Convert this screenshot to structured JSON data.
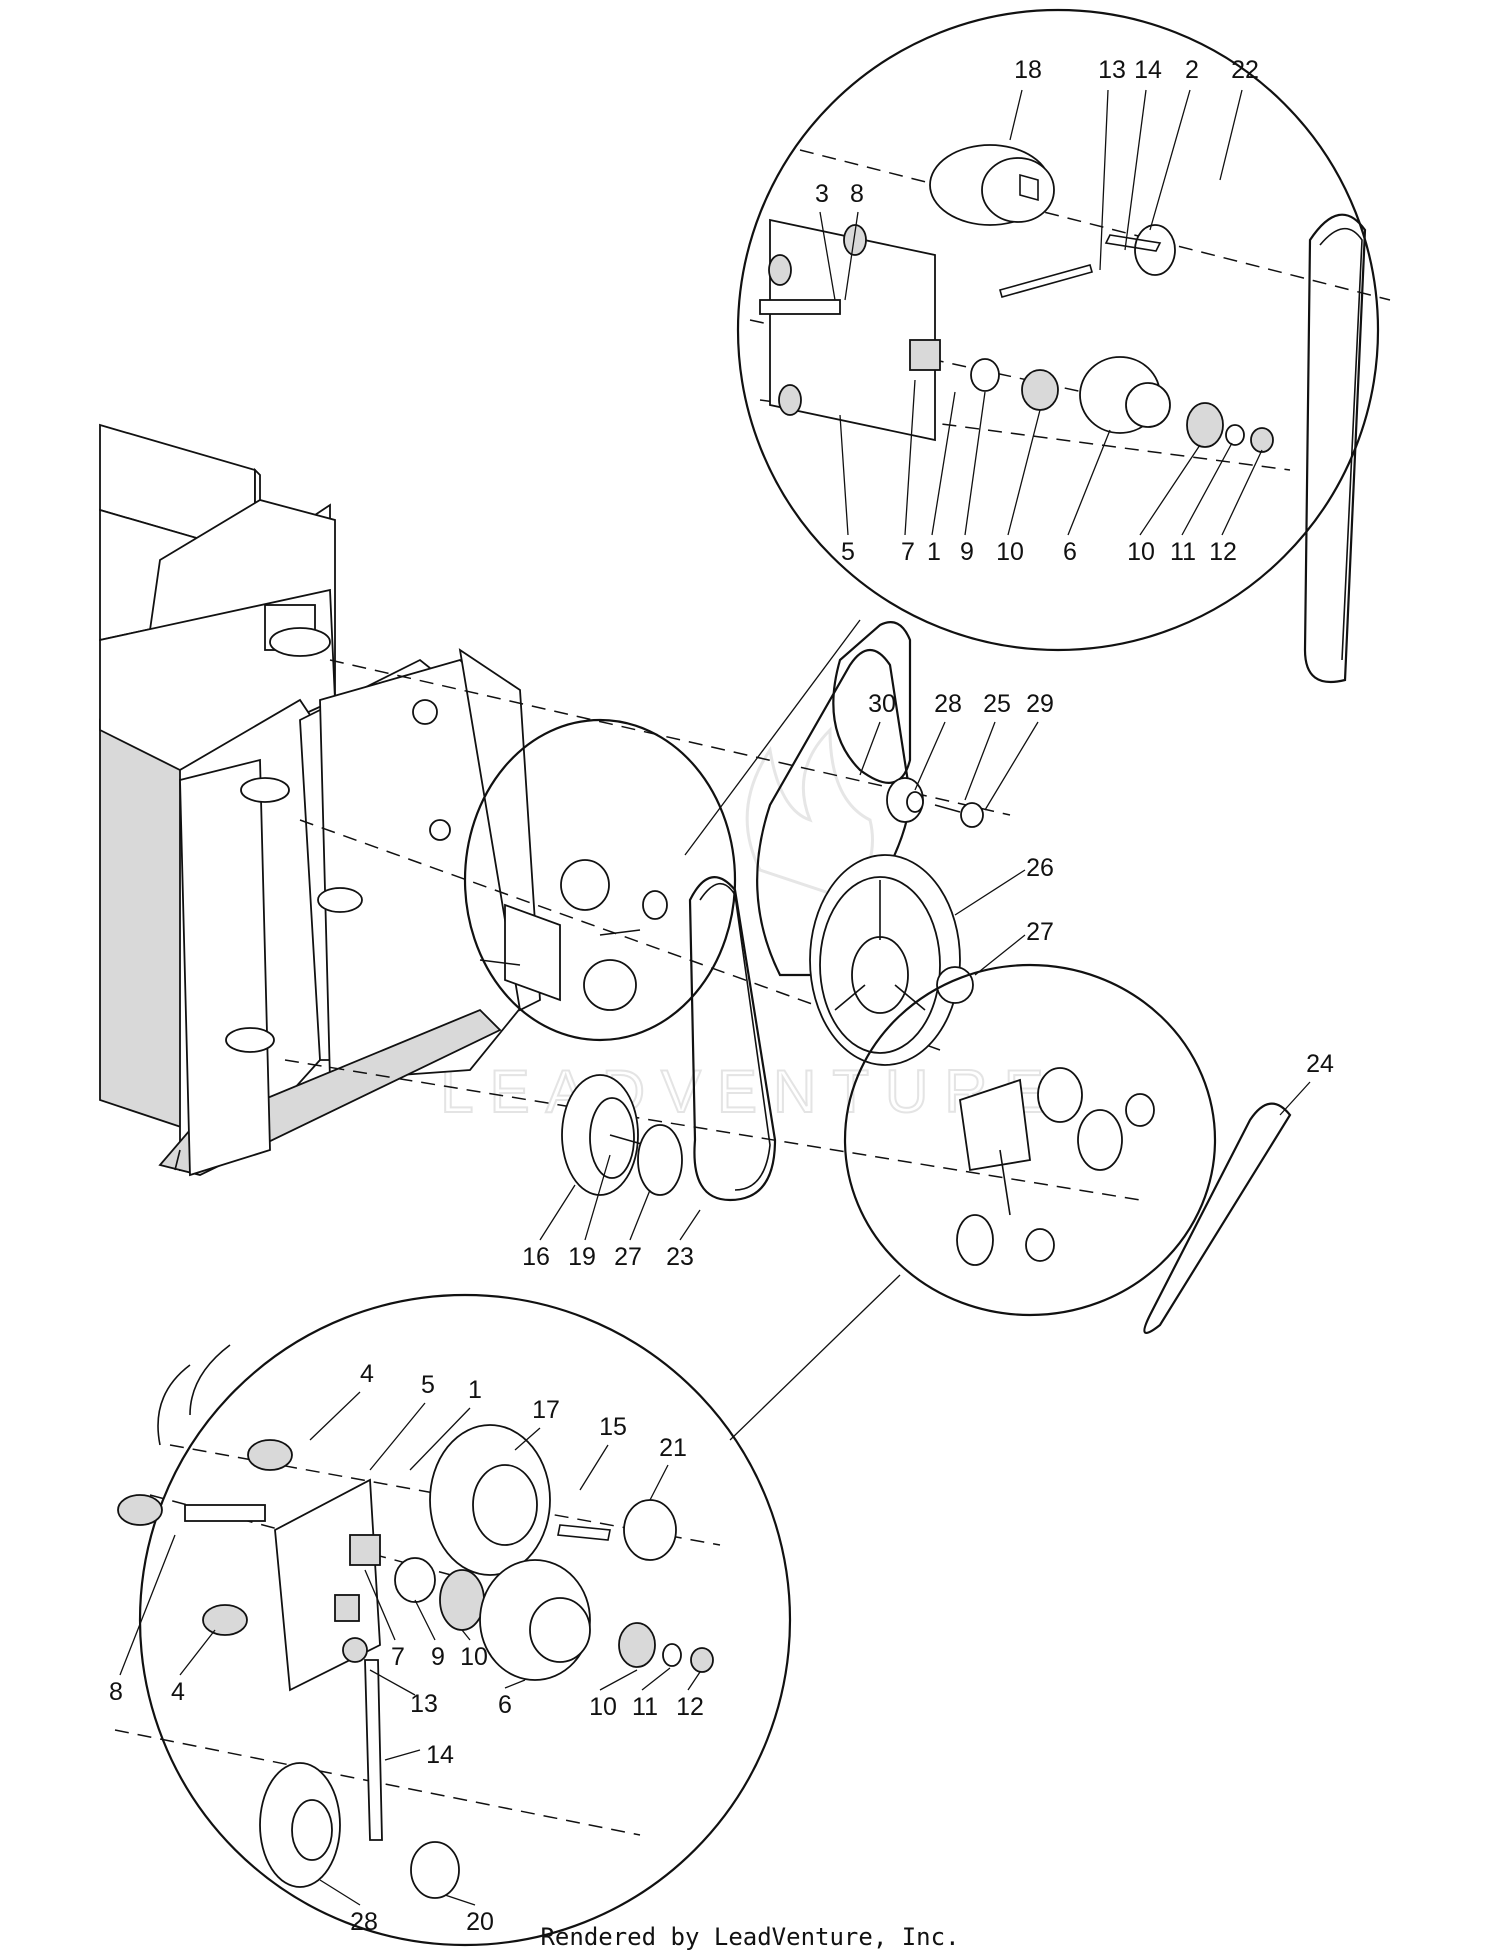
{
  "footer": "Rendered by LeadVenture, Inc.",
  "watermark": "LEADVENTURE",
  "callouts_top": [
    "18",
    "13",
    "14",
    "2",
    "22",
    "3",
    "8",
    "5",
    "7",
    "1",
    "9",
    "10",
    "6",
    "10",
    "11",
    "12"
  ],
  "callouts_main": [
    "30",
    "28",
    "25",
    "29",
    "26",
    "27",
    "24",
    "16",
    "19",
    "27",
    "23"
  ],
  "callouts_bottom": [
    "4",
    "5",
    "1",
    "17",
    "15",
    "21",
    "8",
    "4",
    "7",
    "9",
    "10",
    "6",
    "10",
    "11",
    "12",
    "13",
    "14",
    "28",
    "20"
  ]
}
